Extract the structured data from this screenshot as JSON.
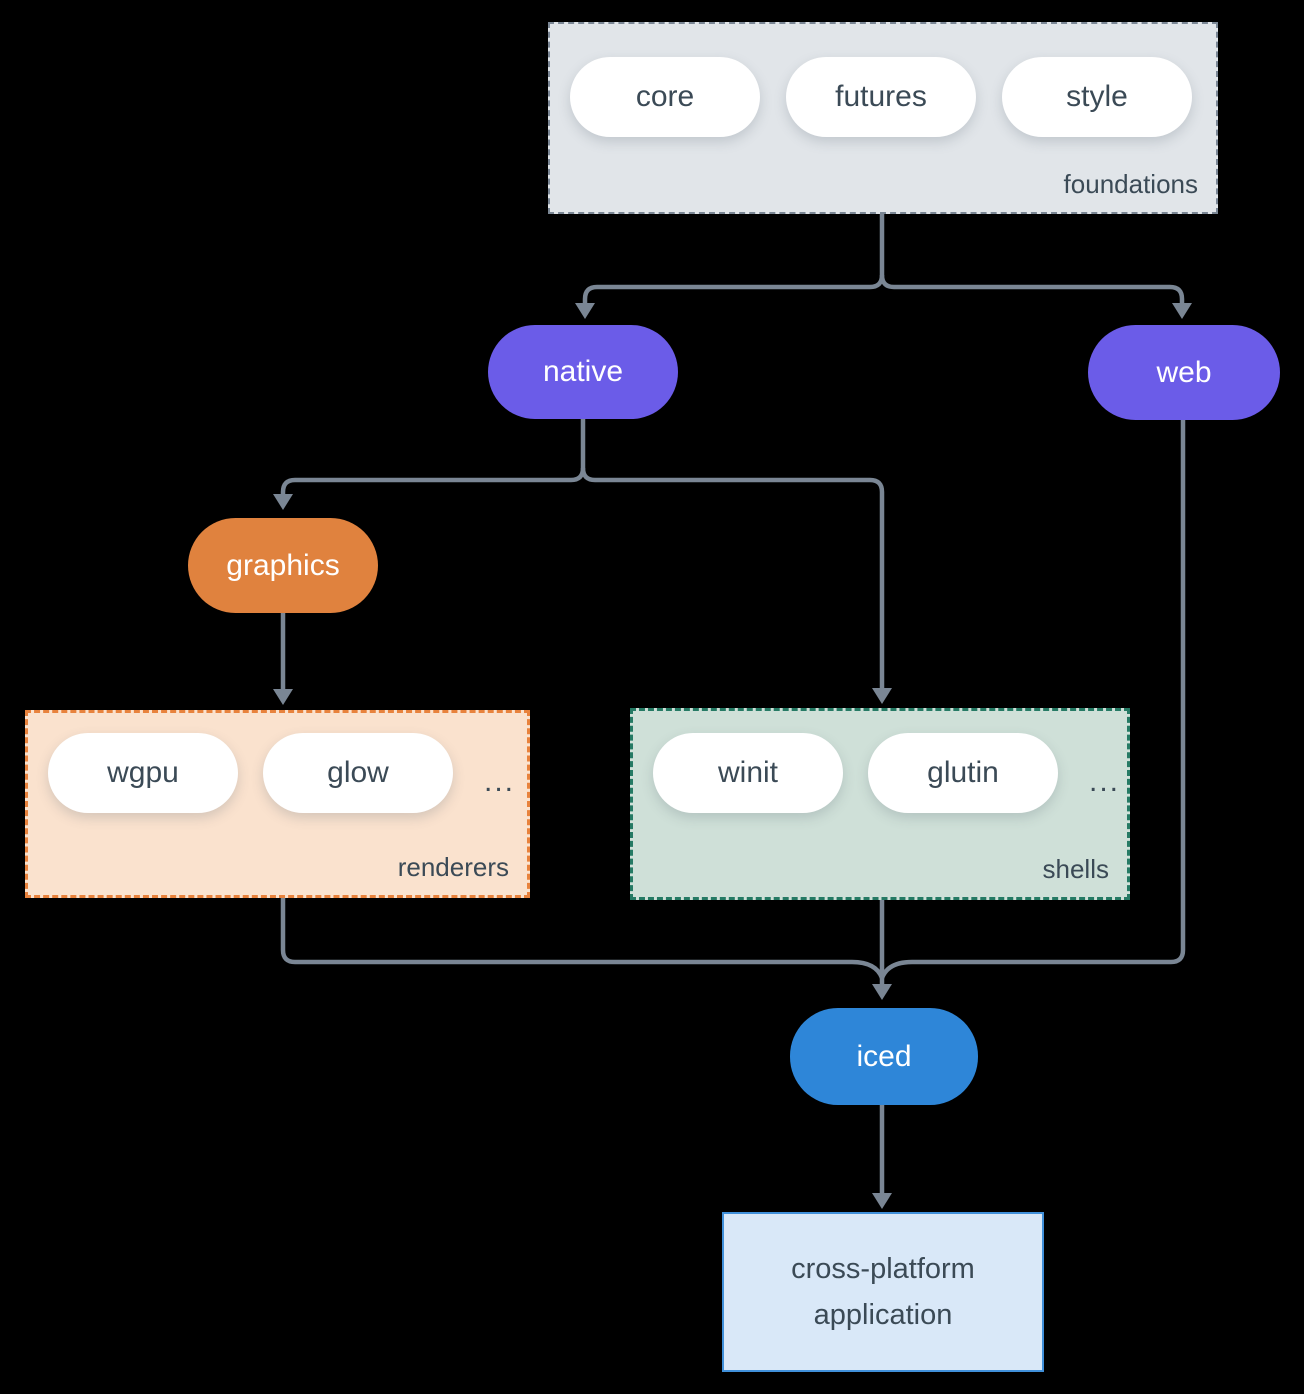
{
  "groups": {
    "foundations": {
      "label": "foundations",
      "pills": [
        "core",
        "futures",
        "style"
      ]
    },
    "renderers": {
      "label": "renderers",
      "pills": [
        "wgpu",
        "glow"
      ],
      "ellipsis": "..."
    },
    "shells": {
      "label": "shells",
      "pills": [
        "winit",
        "glutin"
      ],
      "ellipsis": "..."
    }
  },
  "nodes": {
    "native": "native",
    "web": "web",
    "graphics": "graphics",
    "iced": "iced",
    "app": {
      "line1": "cross-platform",
      "line2": "application"
    }
  },
  "colors": {
    "background": "#000000",
    "arrow": "#7a8694",
    "foundations_fill": "#e1e5e9",
    "foundations_border": "#7b8795",
    "renderers_fill": "#fae2ce",
    "renderers_border": "#e8823c",
    "shells_fill": "#cfe0d8",
    "shells_border": "#257a64",
    "node_purple": "#6b5ce8",
    "node_orange": "#e0823e",
    "node_blue": "#2e86d8",
    "app_fill": "#d9e8f8",
    "app_border": "#4090da",
    "dark_text": "#3b4a56",
    "light_text": "#ffffff"
  }
}
